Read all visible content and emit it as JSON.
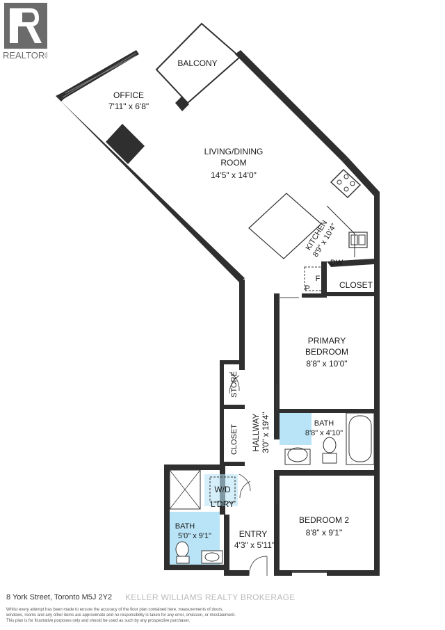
{
  "logo": {
    "text": "REALTOR",
    "mark": "®"
  },
  "rooms": {
    "balcony": {
      "name": "BALCONY"
    },
    "office": {
      "name": "OFFICE",
      "size": "7'11\" x 6'8\""
    },
    "living": {
      "name1": "LIVING/DINING",
      "name2": "ROOM",
      "size": "14'5\" x 14'0\""
    },
    "kitchen": {
      "name": "KITCHEN",
      "size": "8'9\" x 10'4\""
    },
    "dw": {
      "name": "DW"
    },
    "fridge": {
      "name": "F"
    },
    "pantry": {
      "name": "P"
    },
    "closet_top": {
      "name": "CLOSET"
    },
    "primary": {
      "name1": "PRIMARY",
      "name2": "BEDROOM",
      "size": "8'8\" x 10'0\""
    },
    "store": {
      "name": "STORE"
    },
    "hallway": {
      "name": "HALLWAY",
      "size": "3'0\" x 19'4\""
    },
    "closet_hall": {
      "name": "CLOSET"
    },
    "bath1": {
      "name": "BATH",
      "size": "8'8\" x 4'10\""
    },
    "laundry": {
      "name1": "W/D",
      "name2": "L'DRY"
    },
    "bath2": {
      "name": "BATH",
      "size": "5'0\" x 9'1\""
    },
    "entry": {
      "name": "ENTRY",
      "size": "4'3\" x 5'11\""
    },
    "bedroom2": {
      "name": "BEDROOM 2",
      "size": "8'8\" x 9'1\""
    }
  },
  "footer": {
    "address": "8 York Street, Toronto M5J 2Y2",
    "watermark": "KELLER WILLIAMS REALTY BROKERAGE",
    "disclaimer1": "Whilst every attempt has been made to ensure the accuracy of the floor plan contained here, measurements of doors,",
    "disclaimer2": "windows, rooms and any other items are approximate and no responsibility is taken for any error, omission, or misstatement.",
    "disclaimer3": "This plan is for illustrative purposes only and should be used as such by any prospective purchaser."
  },
  "colors": {
    "wall": "#2f2f2f",
    "bath_fill": "#b9e4f7",
    "logo": "#6b6b6b"
  }
}
